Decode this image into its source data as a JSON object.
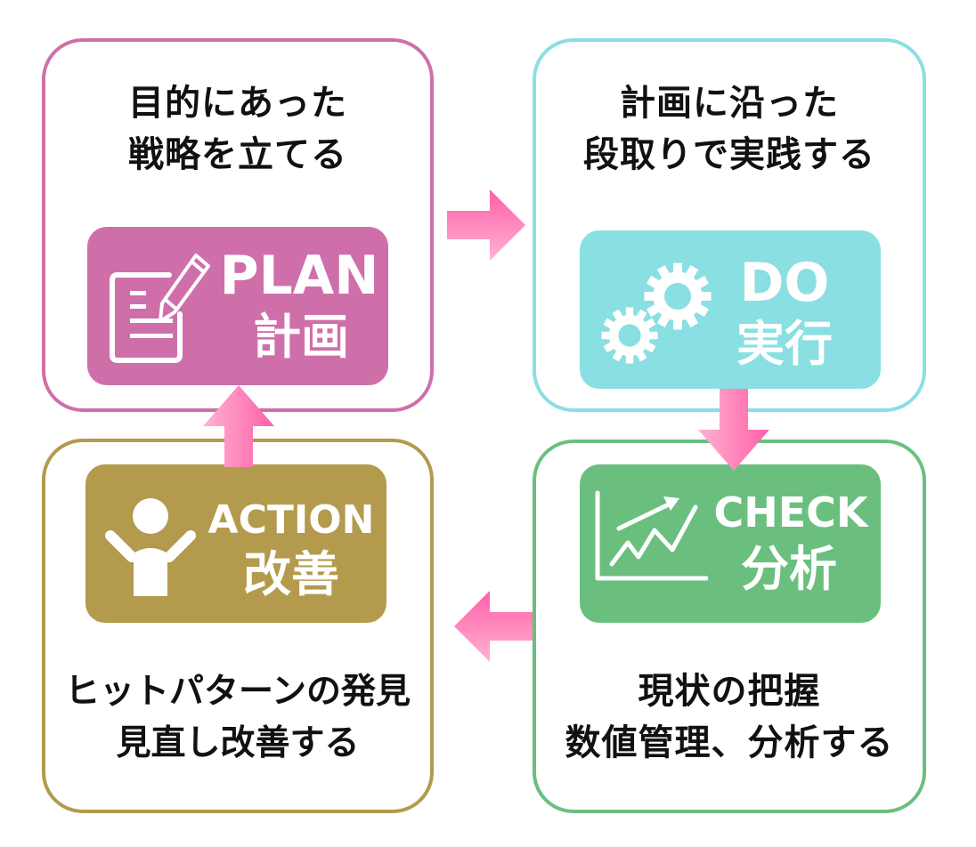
{
  "diagram": {
    "type": "PDCA cycle",
    "flow": [
      "plan",
      "do",
      "check",
      "action"
    ],
    "arrow_color_from": "#ffb3d1",
    "arrow_color_to": "#ff5fa8"
  },
  "cards": {
    "plan": {
      "color": "#cf6faa",
      "label_en": "PLAN",
      "label_jp": "計画",
      "icon": "document-pencil-icon",
      "description": [
        "目的にあった",
        "戦略を立てる"
      ]
    },
    "do": {
      "color": "#8adfe3",
      "label_en": "DO",
      "label_jp": "実行",
      "icon": "gears-icon",
      "description": [
        "計画に沿った",
        "段取りで実践する"
      ]
    },
    "check": {
      "color": "#6abf7f",
      "label_en": "CHECK",
      "label_jp": "分析",
      "icon": "trend-chart-icon",
      "description": [
        "現状の把握",
        "数値管理、分析する"
      ]
    },
    "action": {
      "color": "#b39a4c",
      "label_en": "ACTION",
      "label_jp": "改善",
      "icon": "person-raised-arms-icon",
      "description": [
        "ヒットパターンの発見",
        "見直し改善する"
      ]
    }
  },
  "arrows": [
    {
      "from": "plan",
      "to": "do",
      "direction": "right"
    },
    {
      "from": "do",
      "to": "check",
      "direction": "down"
    },
    {
      "from": "check",
      "to": "action",
      "direction": "left"
    },
    {
      "from": "action",
      "to": "plan",
      "direction": "up"
    }
  ]
}
